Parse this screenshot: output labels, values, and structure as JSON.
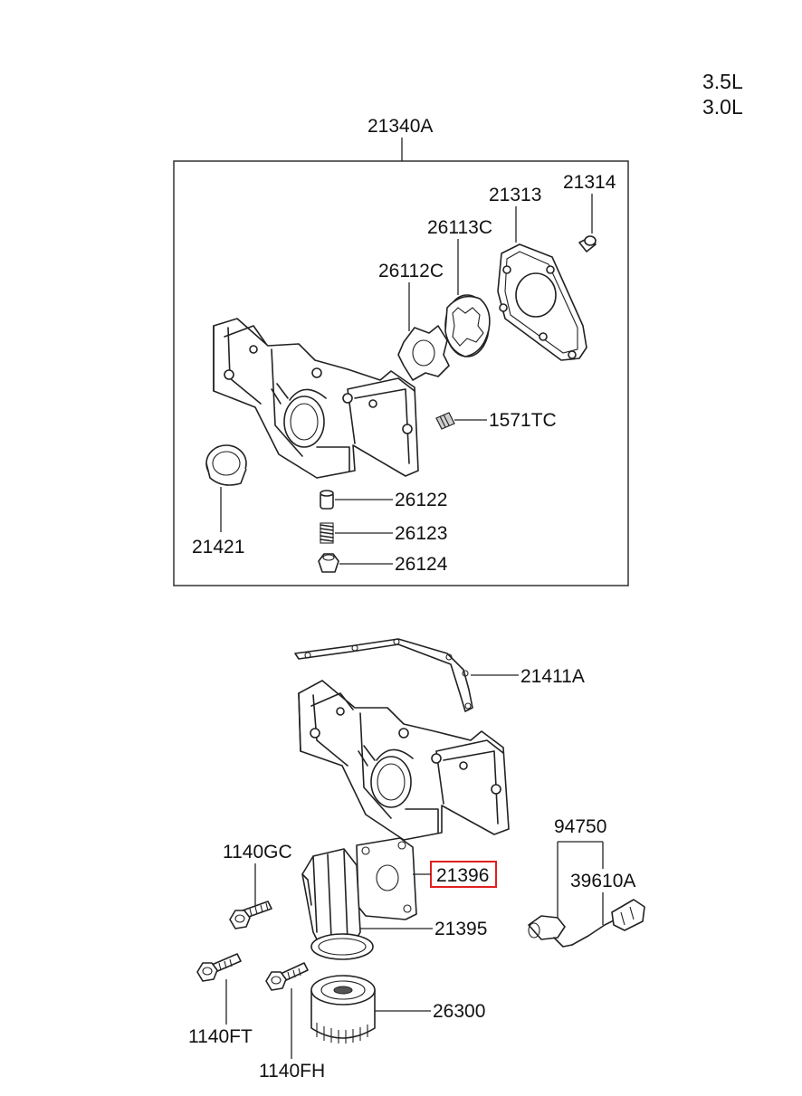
{
  "engine_variants": [
    "3.5L",
    "3.0L"
  ],
  "assembly": {
    "part_no": "21340A"
  },
  "parts": {
    "p21313": "21313",
    "p21314": "21314",
    "p26113C": "26113C",
    "p26112C": "26112C",
    "p1571TC": "1571TC",
    "p26122": "26122",
    "p26123": "26123",
    "p26124": "26124",
    "p21421": "21421",
    "p21411A": "21411A",
    "p94750": "94750",
    "p39610A": "39610A",
    "p1140GC": "1140GC",
    "p21396": "21396",
    "p21395": "21395",
    "p26300": "26300",
    "p1140FT": "1140FT",
    "p1140FH": "1140FH"
  },
  "highlight": {
    "part": "21396",
    "color": "#e02020"
  }
}
